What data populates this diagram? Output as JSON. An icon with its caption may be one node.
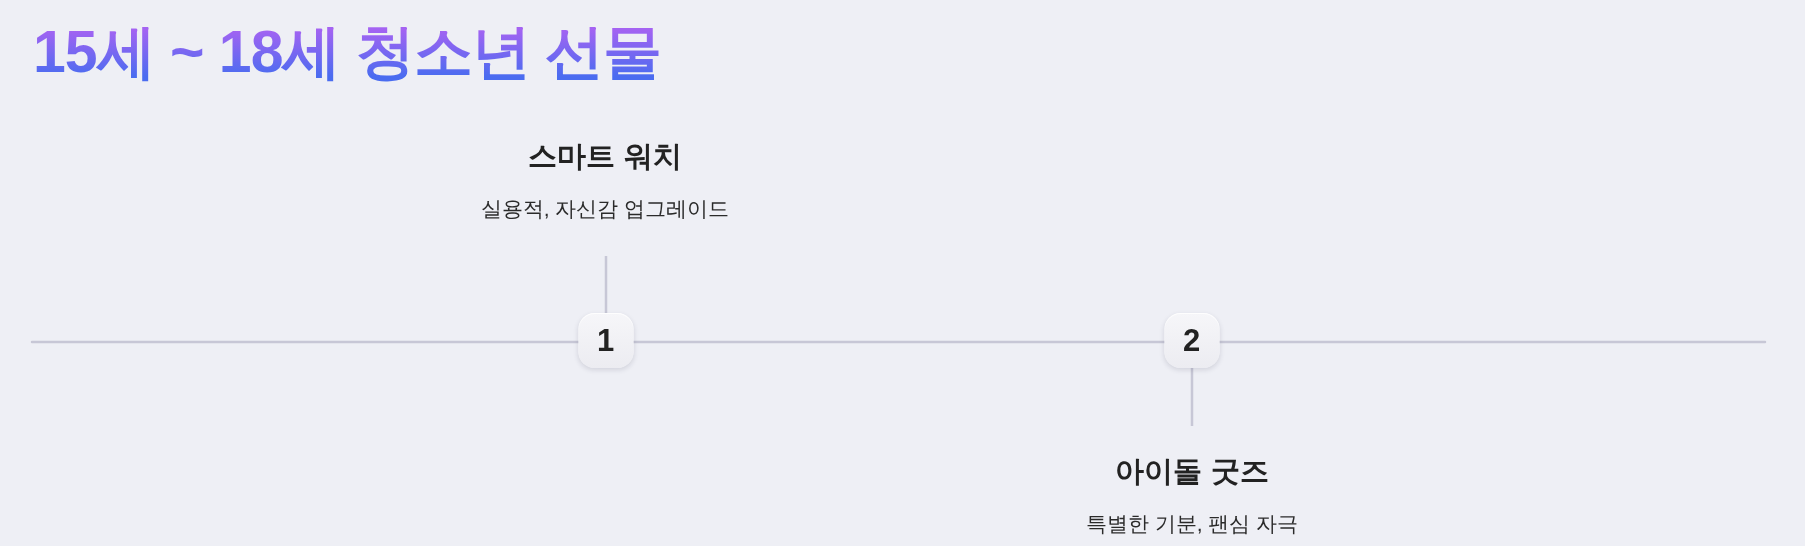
{
  "diagram": {
    "title": "15세 ~ 18세 청소년 선물",
    "nodes": [
      {
        "text": [
          "스마트 워치",
          "실용적, 자신감 업그레이드"
        ]
      },
      {
        "text": [
          "1"
        ]
      },
      {
        "text": [
          "2"
        ]
      },
      {
        "text": [
          "아이돌 굿즈",
          "특별한 기분, 팬심 자극"
        ]
      }
    ],
    "edges": [
      {
        "from": 0,
        "to": 1,
        "arrow": "none"
      },
      {
        "from": 2,
        "to": 3,
        "arrow": "none"
      }
    ]
  }
}
